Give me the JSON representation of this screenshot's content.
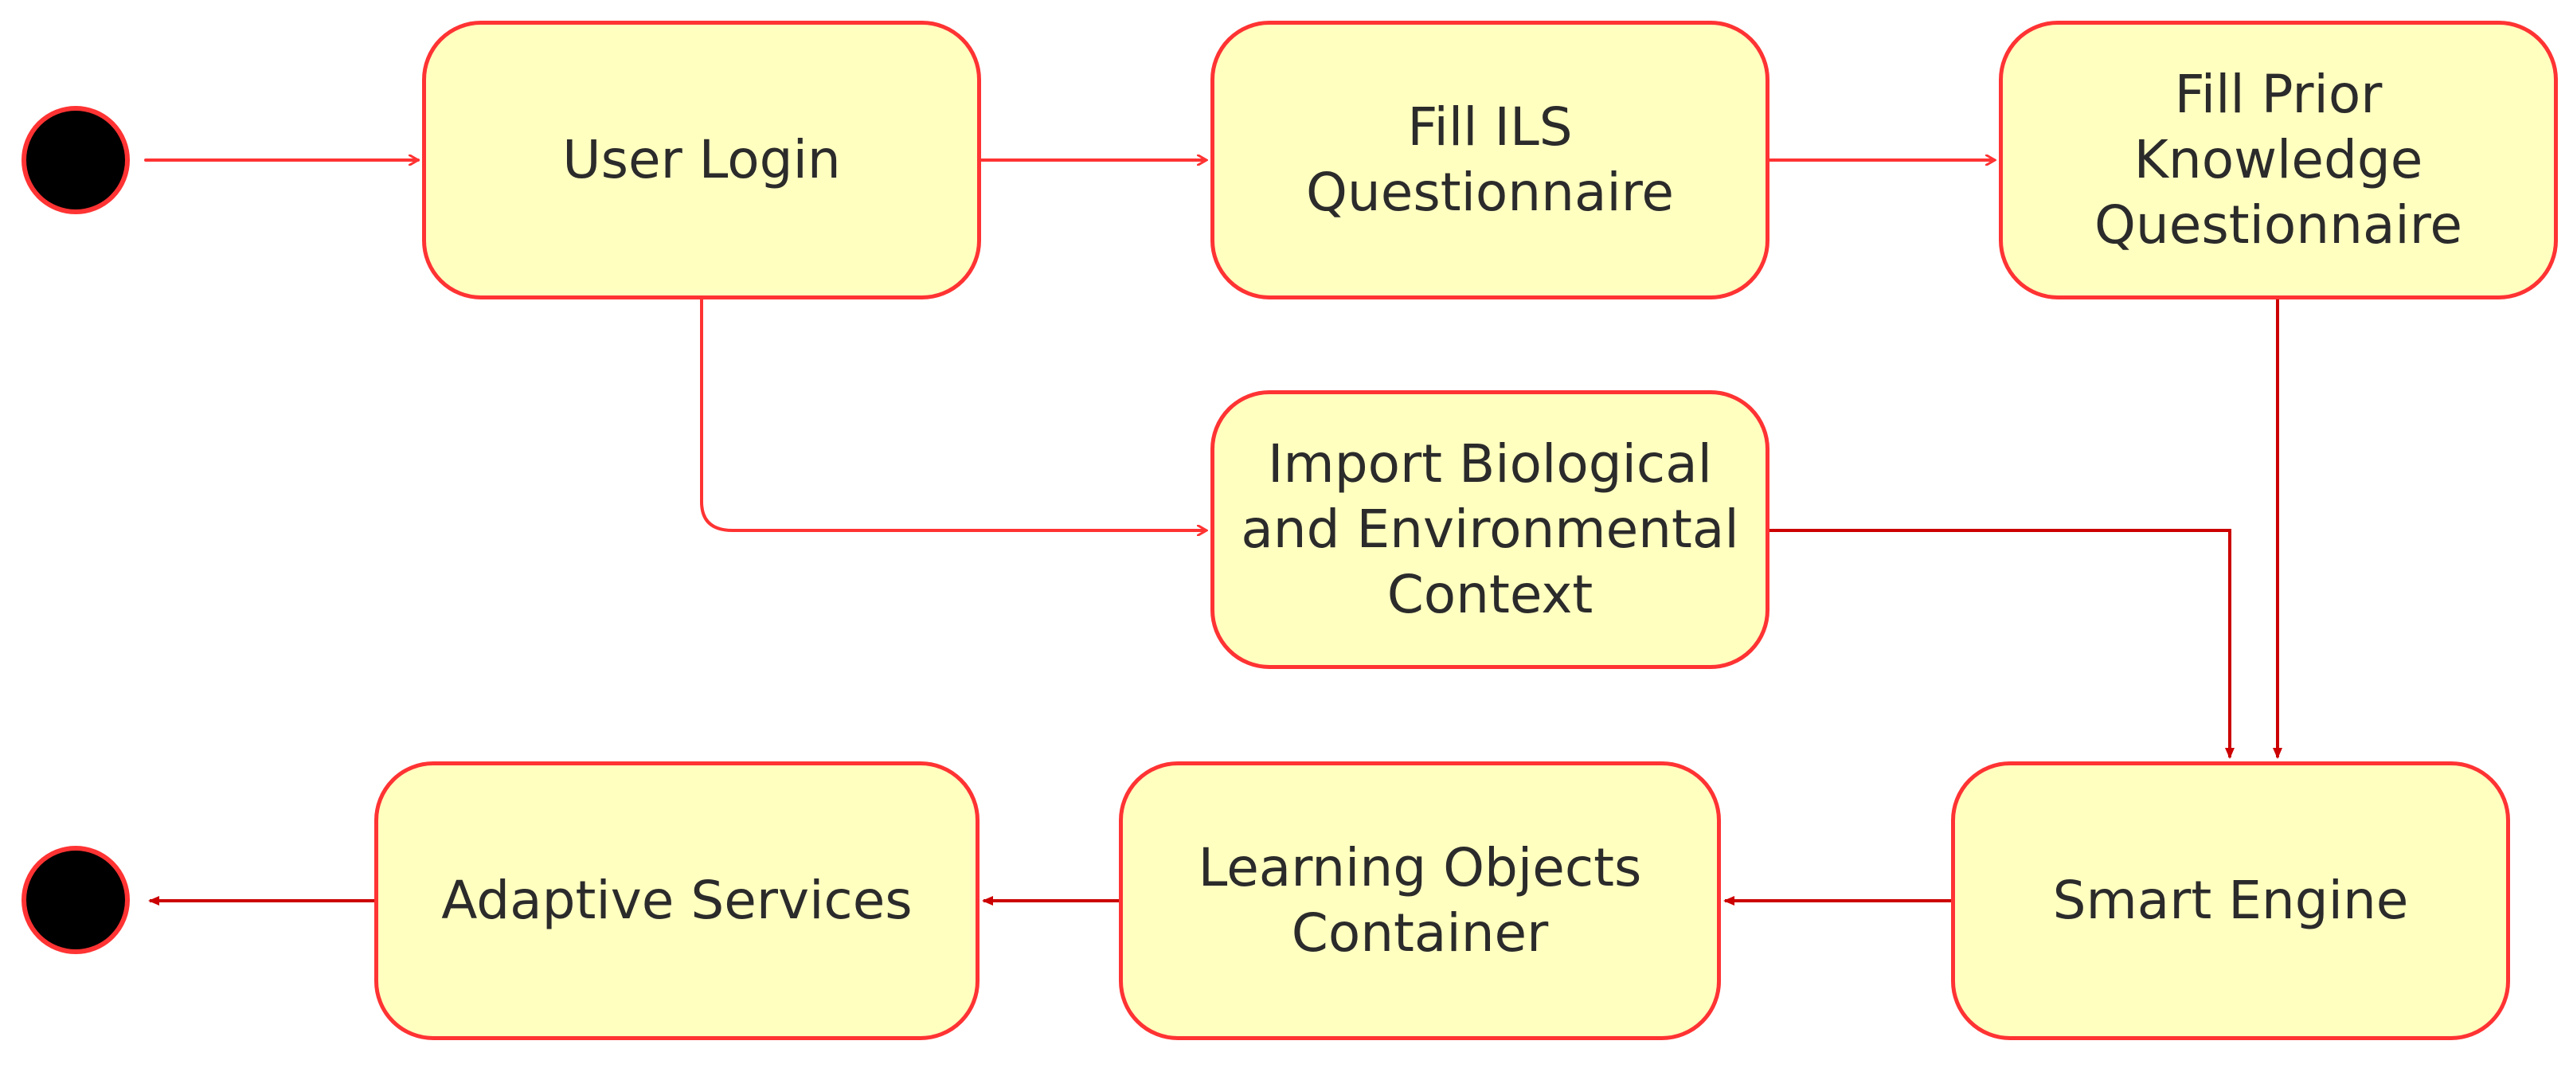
{
  "nodes": {
    "user_login": "User Login",
    "fill_ils": "Fill ILS\nQuestionnaire",
    "fill_prior": "Fill Prior\nKnowledge\nQuestionnaire",
    "import_context": "Import Biological\nand Environmental\nContext",
    "adaptive_services": "Adaptive Services",
    "learning_objects": "Learning Objects\nContainer",
    "smart_engine": "Smart Engine"
  },
  "colors": {
    "node_fill": "#ffffc0",
    "node_border": "#ff3333",
    "arrow": "#ff3333",
    "arrow_dark": "#cc0000",
    "terminal": "#000000"
  },
  "icons": {
    "start": "initial-node-icon",
    "end": "final-node-icon"
  }
}
